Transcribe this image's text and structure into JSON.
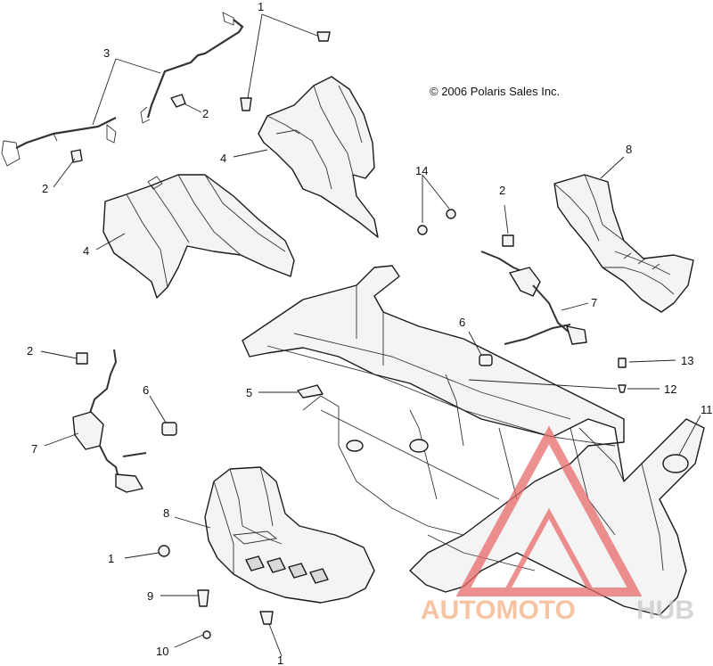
{
  "copyright": "© 2006 Polaris Sales Inc.",
  "watermark": {
    "text_left": "AUTOMOTO",
    "text_right": "HUB",
    "color_primary": "#f4b183",
    "color_secondary": "#c9c9c9",
    "triangle_color": "#e86b6b"
  },
  "callouts": [
    {
      "id": "c-1a",
      "text": "1"
    },
    {
      "id": "c-2a",
      "text": "2"
    },
    {
      "id": "c-2b",
      "text": "2"
    },
    {
      "id": "c-2c",
      "text": "2"
    },
    {
      "id": "c-2d",
      "text": "2"
    },
    {
      "id": "c-3",
      "text": "3"
    },
    {
      "id": "c-4a",
      "text": "4"
    },
    {
      "id": "c-4b",
      "text": "4"
    },
    {
      "id": "c-5",
      "text": "5"
    },
    {
      "id": "c-6a",
      "text": "6"
    },
    {
      "id": "c-6b",
      "text": "6"
    },
    {
      "id": "c-7a",
      "text": "7"
    },
    {
      "id": "c-7b",
      "text": "7"
    },
    {
      "id": "c-8a",
      "text": "8"
    },
    {
      "id": "c-8b",
      "text": "8"
    },
    {
      "id": "c-9",
      "text": "9"
    },
    {
      "id": "c-10",
      "text": "10"
    },
    {
      "id": "c-11",
      "text": "11"
    },
    {
      "id": "c-12",
      "text": "12"
    },
    {
      "id": "c-13",
      "text": "13"
    },
    {
      "id": "c-14",
      "text": "14"
    },
    {
      "id": "c-1b",
      "text": "1"
    },
    {
      "id": "c-1c",
      "text": "1"
    }
  ]
}
